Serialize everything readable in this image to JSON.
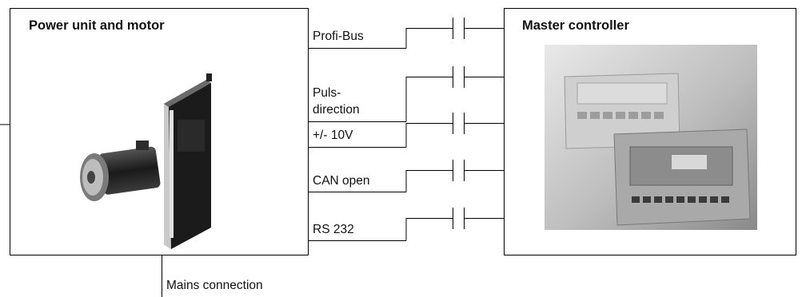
{
  "power_unit": {
    "title": "Power unit and motor"
  },
  "master": {
    "title": "Master controller"
  },
  "interfaces": [
    {
      "line1": "Profi-Bus",
      "line2": ""
    },
    {
      "line1": "Puls-",
      "line2": "direction"
    },
    {
      "line1": "+/- 10V",
      "line2": ""
    },
    {
      "line1": "CAN open",
      "line2": ""
    },
    {
      "line1": "RS 232",
      "line2": ""
    }
  ],
  "mains": {
    "label": "Mains connection"
  },
  "colors": {
    "line": "#000000",
    "photo_bg": "#9a9a9a"
  }
}
